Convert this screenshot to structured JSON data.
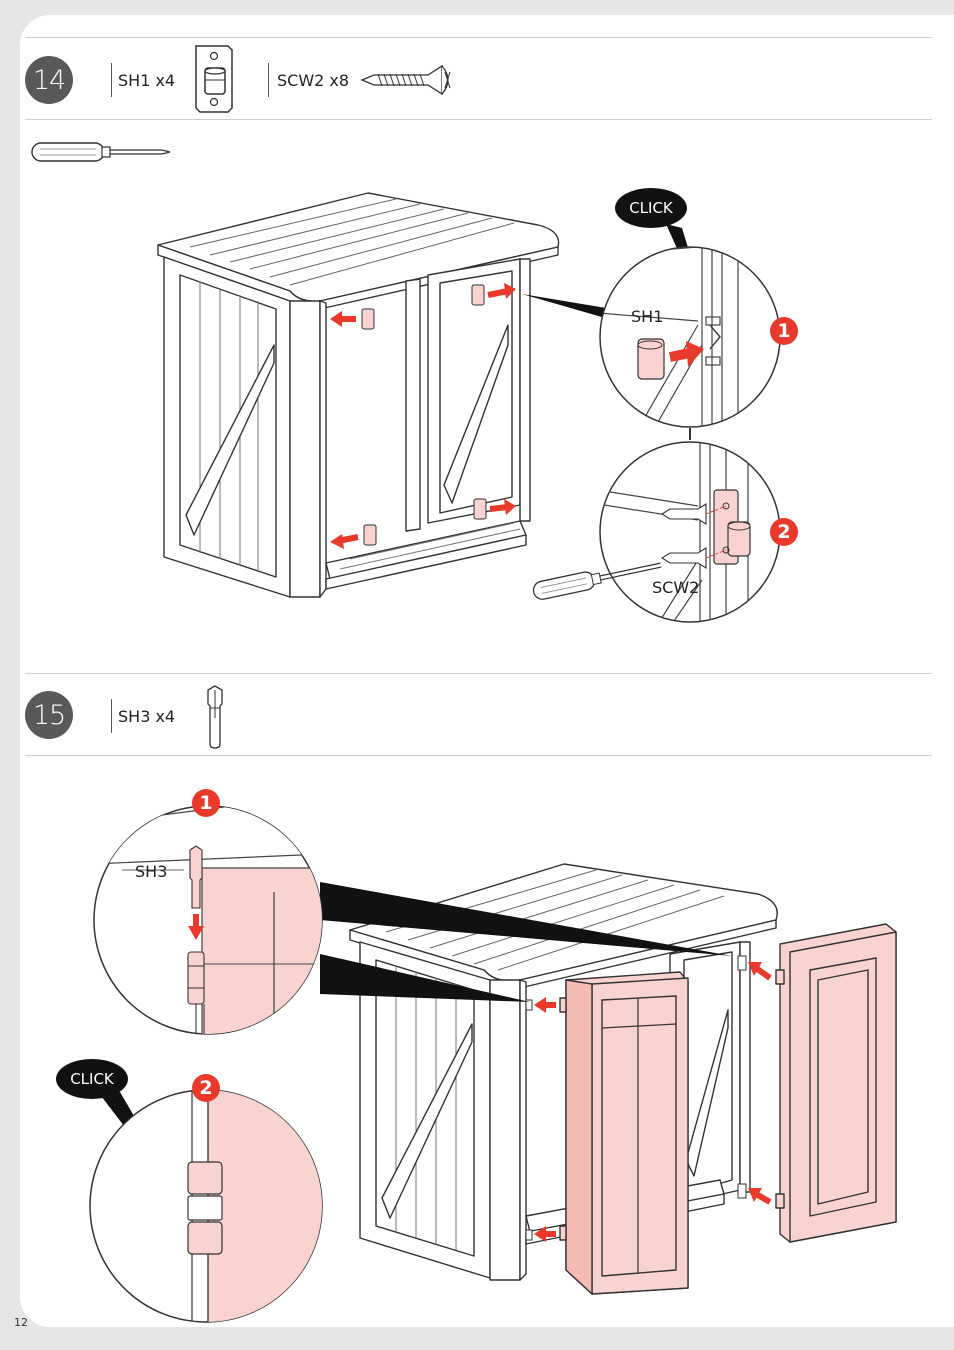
{
  "page_number": "12",
  "steps": [
    {
      "number": "14",
      "parts": [
        {
          "label": "SH1 x4",
          "icon": "hinge-bracket-icon"
        },
        {
          "label": "SCW2 x8",
          "icon": "screw-icon"
        }
      ],
      "tool_icon": "screwdriver-icon",
      "callouts": {
        "click": "CLICK",
        "sh1": "SH1",
        "scw2": "SCW2",
        "badge_1": "1",
        "badge_2": "2"
      }
    },
    {
      "number": "15",
      "parts": [
        {
          "label": "SH3 x4",
          "icon": "hinge-pin-icon"
        }
      ],
      "callouts": {
        "click": "CLICK",
        "sh3": "SH3",
        "badge_1": "1",
        "badge_2": "2"
      }
    }
  ],
  "colors": {
    "accent_red": "#e8392b",
    "highlight_pink": "#f9d3cf",
    "badge_gray": "#595959",
    "line": "#333333"
  }
}
